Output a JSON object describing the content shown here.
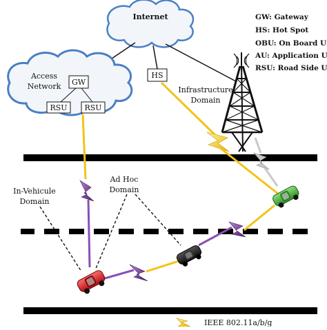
{
  "internet": "Internet",
  "access_network": [
    "Access",
    "Network"
  ],
  "gw": "GW",
  "rsu_left": "RSU",
  "rsu_right": "RSU",
  "hs": "HS",
  "infrastructure_domain": [
    "Infrastructure",
    "Domain"
  ],
  "legend": [
    "GW: Gateway",
    "HS: Hot Spot",
    "OBU: On Board Unit",
    "AU: Application Unit",
    "RSU: Road Side Unit"
  ],
  "in_vehicle_domain": [
    "In-Vehicule",
    "Domain"
  ],
  "ad_hoc_domain": [
    "Ad Hoc",
    "Domain"
  ],
  "bottom_label": "IEEE 802.11a/b/g",
  "colors": {
    "cloud_stroke": "#4a7fc4",
    "cloud_fill": "#f2f6fb",
    "road": "#000000",
    "link_yellow": "#f2c318",
    "link_purple": "#6a2b8a",
    "link_grey": "#b9b9b9",
    "car_red": "#e0252a",
    "car_black": "#1e1e1e",
    "car_green": "#3fb339"
  }
}
